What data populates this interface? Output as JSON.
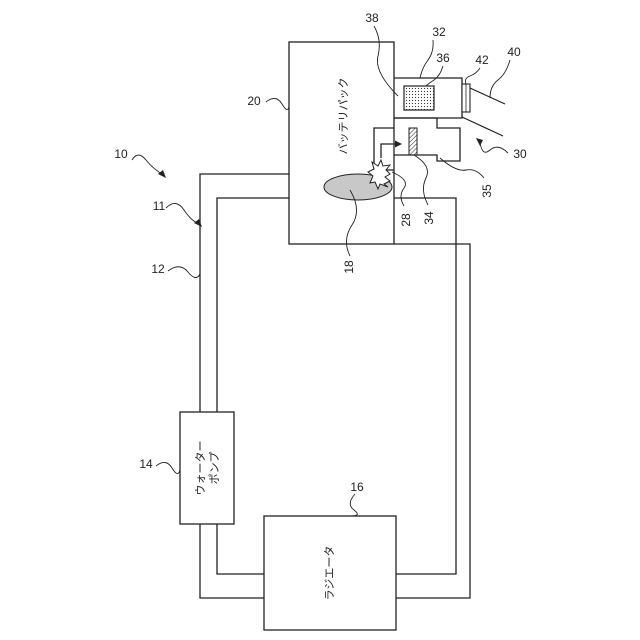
{
  "labels": {
    "system": "10",
    "circuit": "11",
    "pipe": "12",
    "pump_ref": "14",
    "radiator_ref": "16",
    "leak_ref": "18",
    "battery_ref": "20",
    "spark_ref": "28",
    "sensor_unit": "30",
    "housing": "32",
    "plate": "34",
    "gap": "35",
    "absorber": "36",
    "top_ref": "38",
    "cable": "40",
    "connector": "42"
  },
  "components": {
    "battery_pack": "バッテリパック",
    "water_pump_line1": "ウォーター",
    "water_pump_line2": "ポンプ",
    "radiator": "ラジエータ"
  }
}
